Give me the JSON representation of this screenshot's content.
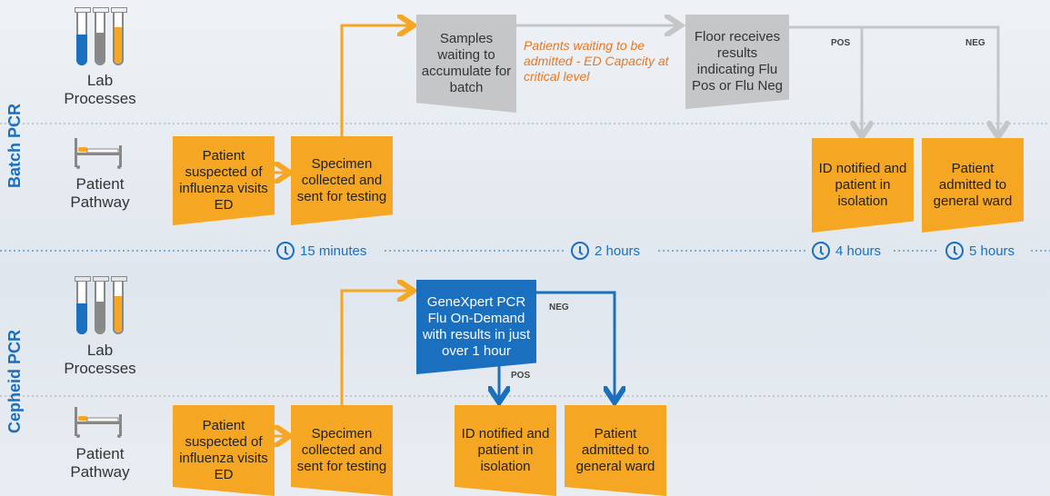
{
  "sections": {
    "batch": "Batch PCR",
    "cepheid": "Cepheid PCR"
  },
  "rows": {
    "lab": "Lab Processes",
    "patient": "Patient Pathway"
  },
  "batch": {
    "patient_box": "Patient suspected of influenza visits ED",
    "specimen_box": "Specimen collected and sent for testing",
    "samples_box": "Samples waiting to accumulate for batch",
    "note": "Patients waiting to be admitted - ED Capacity at critical level",
    "floor_box": "Floor receives results indicating Flu Pos or Flu Neg",
    "pos_tag": "POS",
    "neg_tag": "NEG",
    "id_box": "ID notified and patient in isolation",
    "ward_box": "Patient admitted to general ward"
  },
  "timeline": [
    "15 minutes",
    "2 hours",
    "4 hours",
    "5 hours"
  ],
  "cepheid": {
    "patient_box": "Patient suspected of influenza visits ED",
    "specimen_box": "Specimen collected and sent for testing",
    "genexpert_box": "GeneXpert PCR Flu On-Demand with results in just over 1 hour",
    "pos_tag": "POS",
    "neg_tag": "NEG",
    "id_box": "ID notified and patient in isolation",
    "ward_box": "Patient admitted to general ward"
  },
  "icons": [
    "test-tubes-icon",
    "hospital-bed-icon",
    "clock-icon"
  ],
  "colors": {
    "orange": "#f5a623",
    "blue": "#1a6fbf",
    "gray": "#c4c6c8",
    "note": "#e87722"
  }
}
